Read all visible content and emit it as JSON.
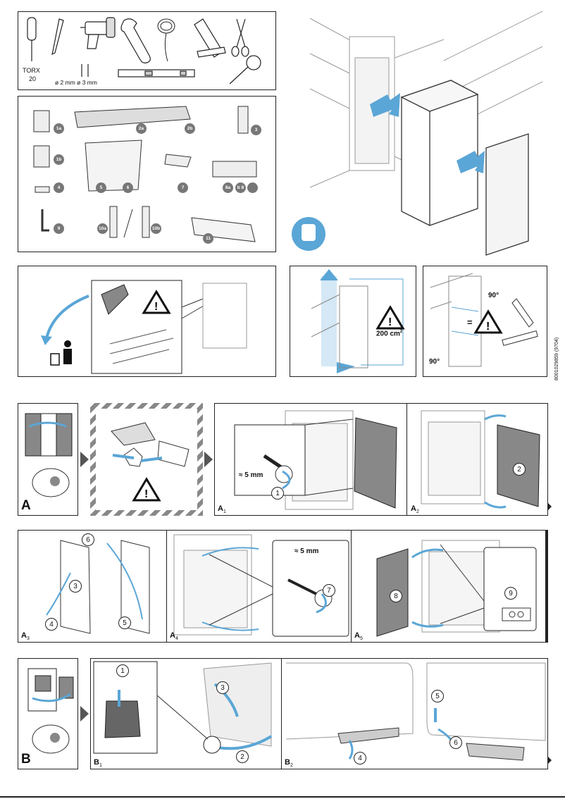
{
  "tools": {
    "torx_label": "TORX",
    "torx_size": "20",
    "drill_sizes": "ø 2 mm  ø 3 mm"
  },
  "parts": {
    "p1a": "1a",
    "p1b": "1b",
    "p2a": "2a",
    "p2b": "2b",
    "p3": "3",
    "p4": "4",
    "p5": "5",
    "p6": "6",
    "p7": "7",
    "p8a": "8a",
    "p8b": "b 8",
    "p9": "9",
    "p10a": "10a",
    "p10b": "10b",
    "p11": "11"
  },
  "ventilation": {
    "area": "200 cm",
    "sup": "2"
  },
  "alignment": {
    "angle_top": "90°",
    "angle_bottom": "90°",
    "equal": "="
  },
  "doc_code": "8001029859 (9704)",
  "sectionA": {
    "letter": "A",
    "a1": "A",
    "a1_sub": "1",
    "a1_gap": "≈ 5 mm",
    "a1_c1": "1",
    "a2": "A",
    "a2_sub": "2",
    "a2_c2": "2",
    "a3": "A",
    "a3_sub": "3",
    "a3_c6": "6",
    "a3_c3": "3",
    "a3_c4": "4",
    "a3_c5": "5",
    "a4": "A",
    "a4_sub": "4",
    "a4_gap": "≈ 5 mm",
    "a4_c7": "7",
    "a5": "A",
    "a5_sub": "5",
    "a5_c8": "8",
    "a5_c9": "9"
  },
  "sectionB": {
    "letter": "B",
    "b1": "B",
    "b1_sub": "1",
    "b1_c1": "1",
    "b1_c2": "2",
    "b1_c3": "3",
    "b2": "B",
    "b2_sub": "2",
    "b2_c4": "4",
    "b2_c5": "5",
    "b2_c6": "6"
  },
  "colors": {
    "accent": "#5aa6d6",
    "frame": "#222222",
    "badge": "#777777"
  }
}
